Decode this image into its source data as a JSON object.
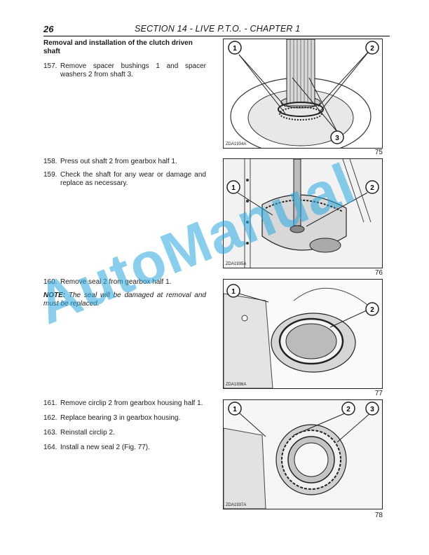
{
  "header": {
    "page_number": "26",
    "section_title": "SECTION 14 - LIVE P.T.O. - CHAPTER 1"
  },
  "block1": {
    "heading": "Removal and installation of the clutch driven shaft",
    "steps": [
      {
        "num": "157.",
        "text": "Remove spacer bushings 1 and spacer washers 2 from shaft 3."
      }
    ]
  },
  "block2": {
    "steps": [
      {
        "num": "158.",
        "text": "Press out shaft 2 from gearbox half 1."
      },
      {
        "num": "159.",
        "text": "Check the shaft for any wear or damage and replace as necessary."
      }
    ]
  },
  "block3": {
    "steps": [
      {
        "num": "160.",
        "text": "Remove seal 2 from gearbox half 1."
      }
    ],
    "note_label": "NOTE:",
    "note_text": " The seal will be damaged at removal and must be replaced."
  },
  "block4": {
    "steps": [
      {
        "num": "161.",
        "text": "Remove circlip 2 from gearbox housing half 1."
      },
      {
        "num": "162.",
        "text": "Replace bearing 3 in gearbox housing."
      },
      {
        "num": "163.",
        "text": "Reinstall circlip 2."
      },
      {
        "num": "164.",
        "text": "Install a new seal 2 (Fig. 77)."
      }
    ]
  },
  "figures": [
    {
      "code": "ZDA1934A",
      "number": "75",
      "callouts": [
        "1",
        "2",
        "3"
      ]
    },
    {
      "code": "ZDA1935A",
      "number": "76",
      "callouts": [
        "1",
        "2"
      ]
    },
    {
      "code": "ZDA1936A",
      "number": "77",
      "callouts": [
        "1",
        "2"
      ]
    },
    {
      "code": "ZDA1937A",
      "number": "78",
      "callouts": [
        "1",
        "2",
        "3"
      ]
    }
  ],
  "watermark": "AutoManual"
}
